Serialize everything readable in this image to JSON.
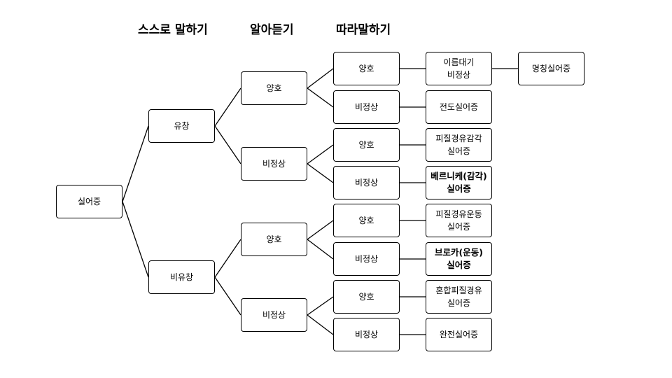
{
  "headers": {
    "spontaneous": "스스로 말하기",
    "comprehension": "알아듣기",
    "repetition": "따라말하기"
  },
  "nodes": {
    "root": "실어증",
    "fluent": "유창",
    "nonfluent": "비유창",
    "f_good": "양호",
    "f_abn": "비정상",
    "n_good": "양호",
    "n_abn": "비정상",
    "fg_good": "양호",
    "fg_abn": "비정상",
    "fa_good": "양호",
    "fa_abn": "비정상",
    "ng_good": "양호",
    "ng_abn": "비정상",
    "na_good": "양호",
    "na_abn": "비정상",
    "naming_abn": "이름대기\n비정상",
    "anomic": "명칭실어증",
    "conduction": "전도실어증",
    "tc_sensory": "피질경유감각\n실어증",
    "wernicke": "베르니케(감각)\n실어증",
    "tc_motor": "피질경유운동\n실어증",
    "broca": "브로카(운동)\n실어증",
    "mixed_tc": "혼합피질경유\n실어증",
    "global": "완전실어증"
  }
}
